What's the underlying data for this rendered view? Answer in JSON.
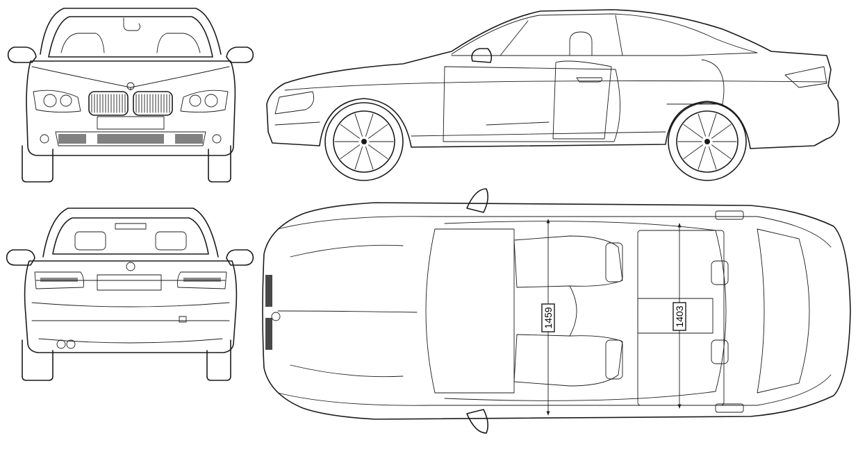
{
  "dimensions": {
    "front_track": "1459",
    "rear_track": "1403"
  },
  "colors": {
    "line": "#1a1a1a",
    "background": "#ffffff"
  },
  "views": {
    "front": "front-view",
    "side": "side-view",
    "rear": "rear-view",
    "top": "top-view"
  }
}
